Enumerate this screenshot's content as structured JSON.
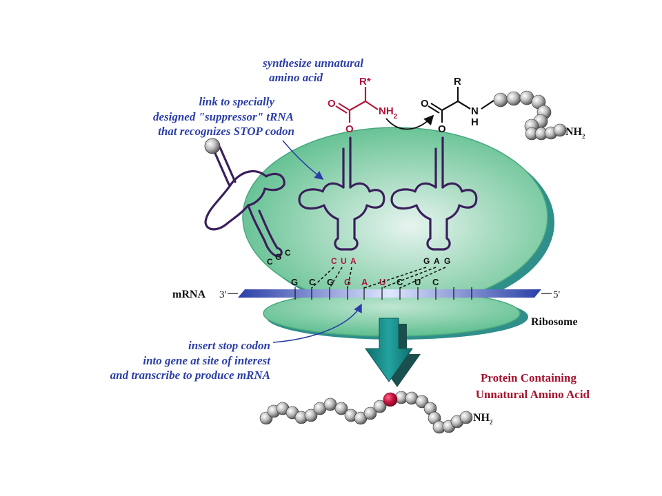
{
  "captions": {
    "synthesize": [
      "synthesize unnatural",
      "amino acid"
    ],
    "link": [
      "link to specially",
      "designed \"suppressor\" tRNA",
      "that recognizes STOP codon"
    ],
    "insert": [
      "insert stop codon",
      "into gene at site of interest",
      "and transcribe to produce mRNA"
    ],
    "product": [
      "Protein Containing",
      "Unnatural Amino Acid"
    ]
  },
  "labels": {
    "mrna": "mRNA",
    "three_prime": "3'",
    "five_prime": "5'",
    "ribosome": "Ribosome",
    "nh2_top": "NH",
    "nh2_bottom": "NH",
    "sub2": "2"
  },
  "chemistry": {
    "unnatural": {
      "O_carbonyl": "O",
      "O_ester": "O",
      "R_group": "R*",
      "amine": "NH",
      "sub": "2"
    },
    "peptide": {
      "O_carbonyl": "O",
      "O_ester": "O",
      "R_group": "R",
      "N": "N",
      "H": "H"
    }
  },
  "anticodons": {
    "left_trna": [
      "C",
      "G",
      "C"
    ],
    "middle_trna": [
      "C",
      "U",
      "A"
    ],
    "right_trna": [
      "G",
      "A",
      "G"
    ]
  },
  "mrna_codons": [
    "G",
    "C",
    "G",
    "G",
    "A",
    "U",
    "C",
    "U",
    "C"
  ],
  "colors": {
    "caption_blue": "#2b3ea8",
    "caption_red": "#a3122e",
    "ribosome_green": "#6cc79a",
    "ribosome_shadow": "#2f8f8a",
    "mrna_blue": "#2a3fa6",
    "trna_purple": "#3b1f5c",
    "unnatural_red": "#b0163a",
    "arrow_teal": "#1d8a87"
  }
}
